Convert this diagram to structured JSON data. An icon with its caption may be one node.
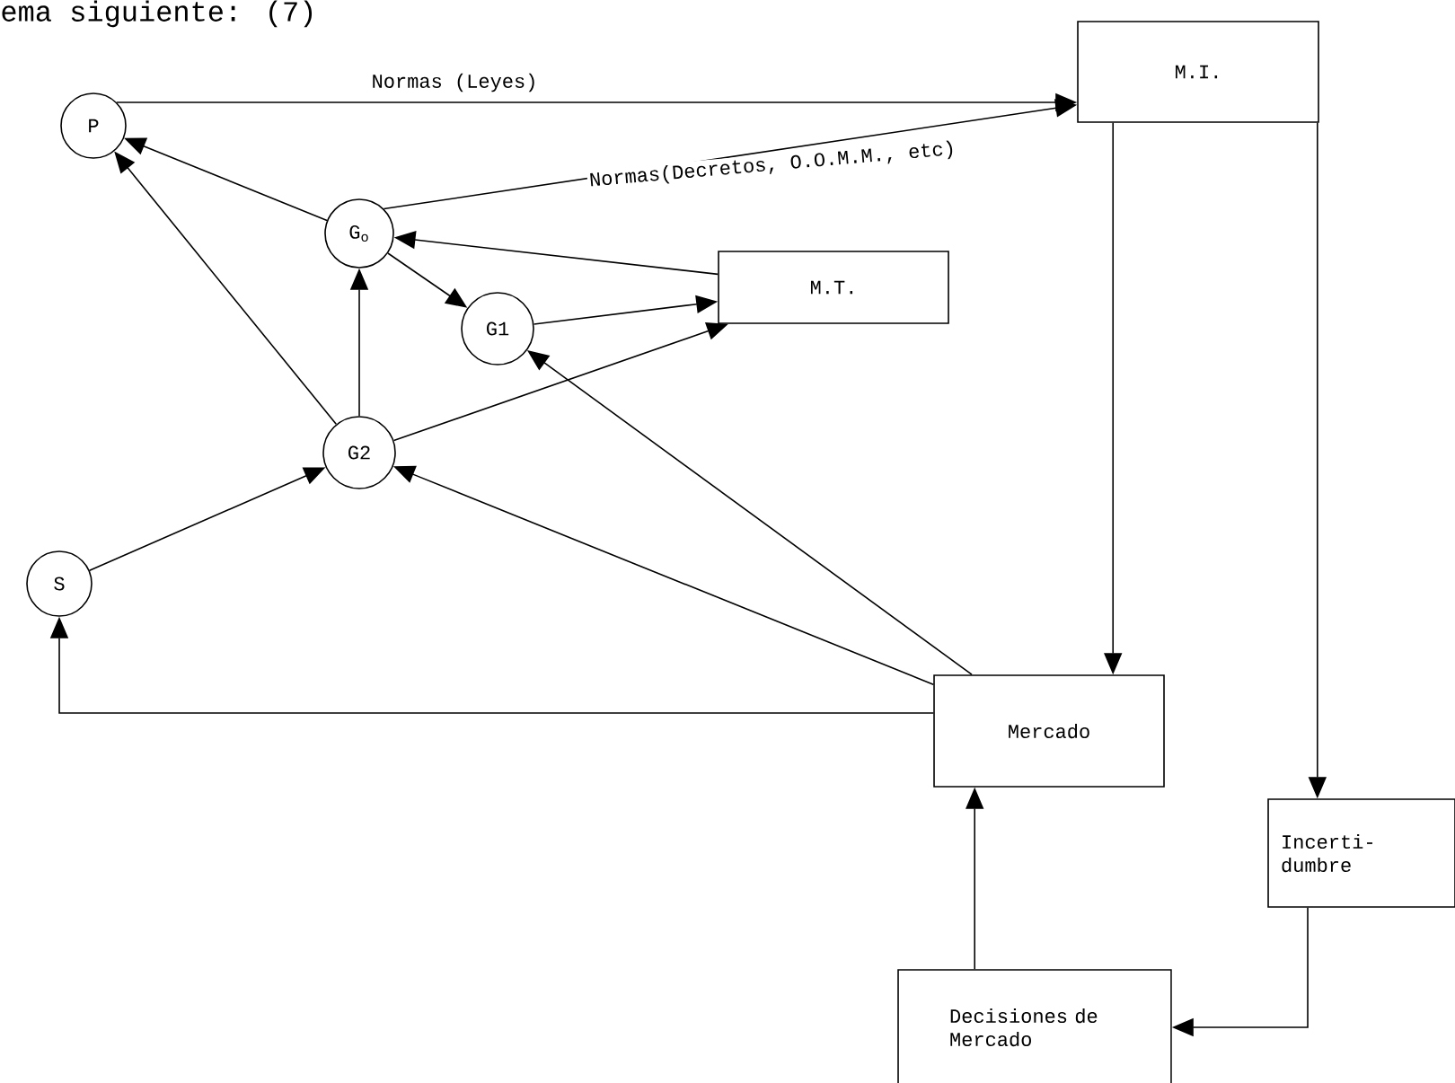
{
  "diagram": {
    "nodes": [
      {
        "text": [
          "P"
        ]
      },
      {
        "text": [
          "M.I."
        ]
      },
      {
        "text": [
          "G$_{o}$"
        ]
      },
      {
        "text": [
          "G1"
        ]
      },
      {
        "text": [
          "M.T."
        ]
      },
      {
        "text": [
          "G2"
        ]
      },
      {
        "text": [
          "S"
        ]
      },
      {
        "text": [
          "Mercado"
        ]
      },
      {
        "text": [
          "Incerti- dumbre"
        ]
      },
      {
        "text": [
          "Decisiones de Mercado"
        ]
      }
    ],
    "edges": [
      {
        "from": 0,
        "to": 1,
        "arrow": "to",
        "label": "Normas (Leyes)"
      },
      {
        "from": 2,
        "to": 1,
        "arrow": "to",
        "label": "Normas(Decretos, O.O.M.M., etc)"
      },
      {
        "from": 2,
        "to": 0,
        "arrow": "to"
      },
      {
        "from": 5,
        "to": 0,
        "arrow": "to"
      },
      {
        "from": 5,
        "to": 2,
        "arrow": "to"
      },
      {
        "from": 2,
        "to": 3,
        "arrow": "to"
      },
      {
        "from": 4,
        "to": 2,
        "arrow": "to"
      },
      {
        "from": 3,
        "to": 4,
        "arrow": "to"
      },
      {
        "from": 5,
        "to": 4,
        "arrow": "to"
      },
      {
        "from": 6,
        "to": 5,
        "arrow": "to"
      },
      {
        "from": 7,
        "to": 3,
        "arrow": "to"
      },
      {
        "from": 7,
        "to": 5,
        "arrow": "to"
      },
      {
        "from": 7,
        "to": 6,
        "arrow": "to"
      },
      {
        "from": 1,
        "to": 7,
        "arrow": "to"
      },
      {
        "from": 1,
        "to": 8,
        "arrow": "to"
      },
      {
        "from": 9,
        "to": 7,
        "arrow": "to"
      },
      {
        "from": 8,
        "to": 9,
        "arrow": "to"
      }
    ],
    "labels": [
      "ema siguiente: (7)"
    ]
  }
}
